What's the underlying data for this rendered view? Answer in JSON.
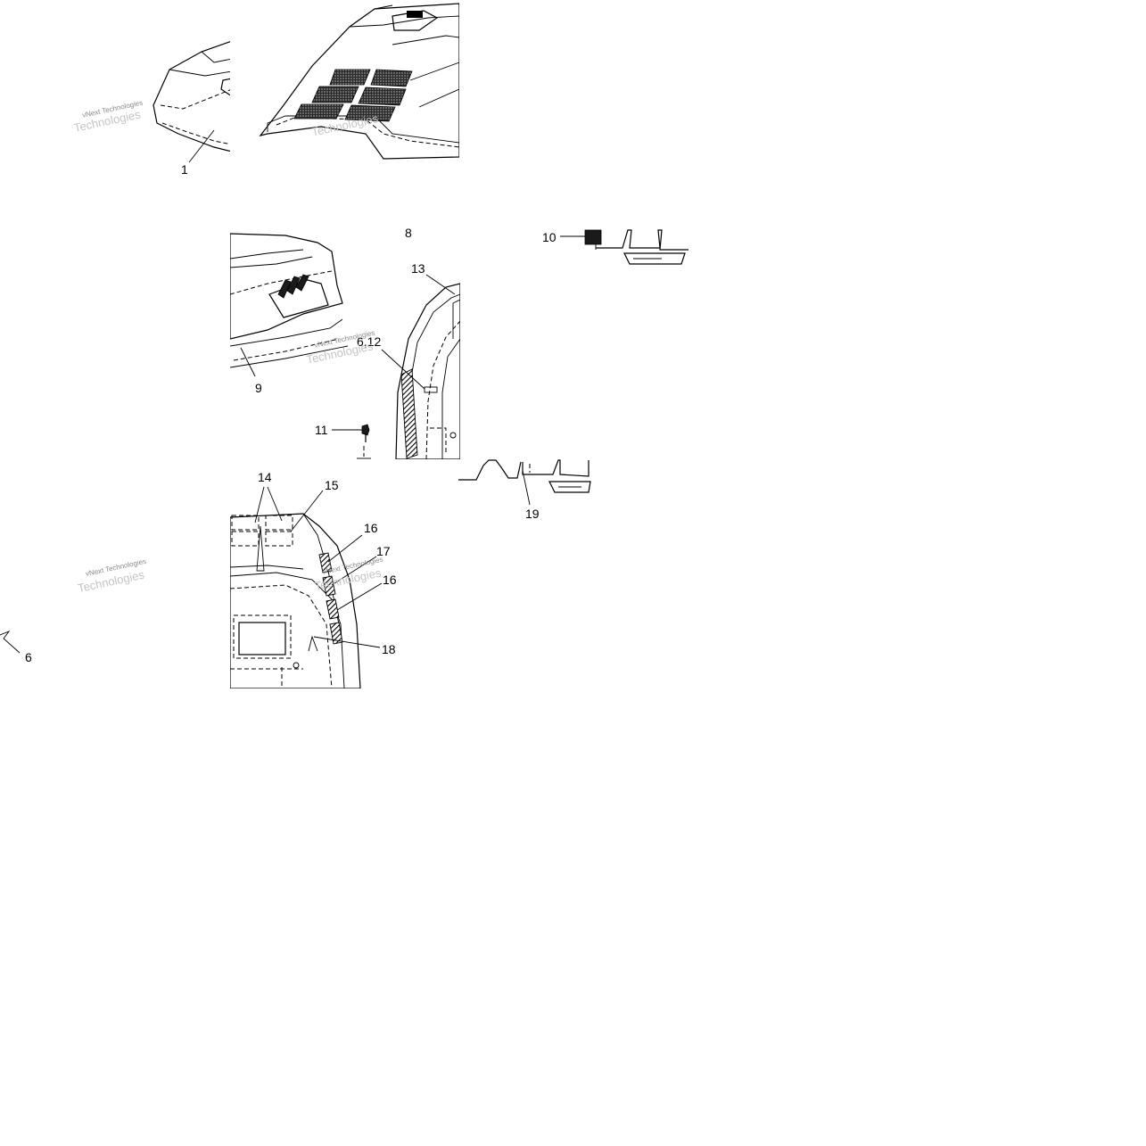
{
  "diagram": {
    "callouts": {
      "c1": "1",
      "c6": "6",
      "c8": "8",
      "c9": "9",
      "c10": "10",
      "c11": "11",
      "c12": "6,12",
      "c13": "13",
      "c14": "14",
      "c15": "15",
      "c16a": "16",
      "c17": "17",
      "c16b": "16",
      "c18": "18",
      "c19": "19"
    },
    "watermark": {
      "line1": "vNext Technologies",
      "line2": "Technologies"
    }
  }
}
